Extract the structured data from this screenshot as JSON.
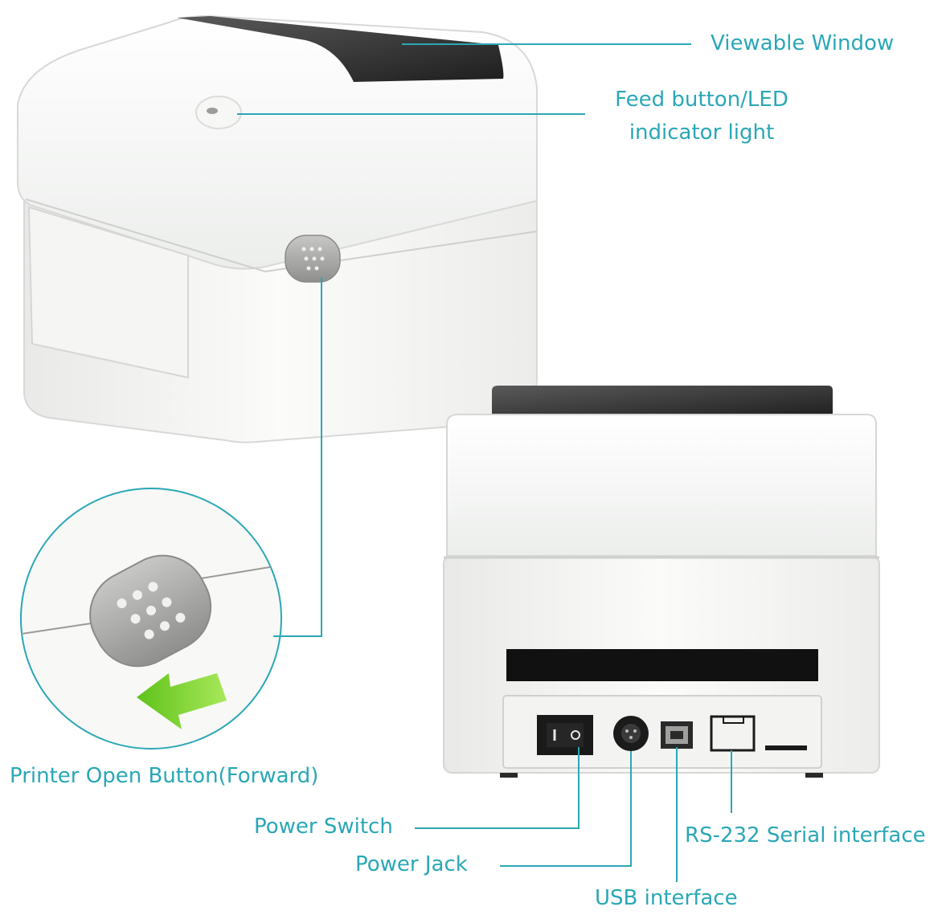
{
  "labels": {
    "viewable_window": "Viewable Window",
    "feed_button_line1": "Feed button/LED",
    "feed_button_line2": "indicator light",
    "printer_open_button": "Printer Open Button(Forward)",
    "power_switch": "Power Switch",
    "power_jack": "Power Jack",
    "usb_interface": "USB interface",
    "rs232_interface": "RS-232 Serial interface"
  },
  "colors": {
    "callout": "#2aa7b5",
    "printer_body": "#f1f2f0",
    "window": "#2b2b2b",
    "arrow": "#7ed321"
  }
}
